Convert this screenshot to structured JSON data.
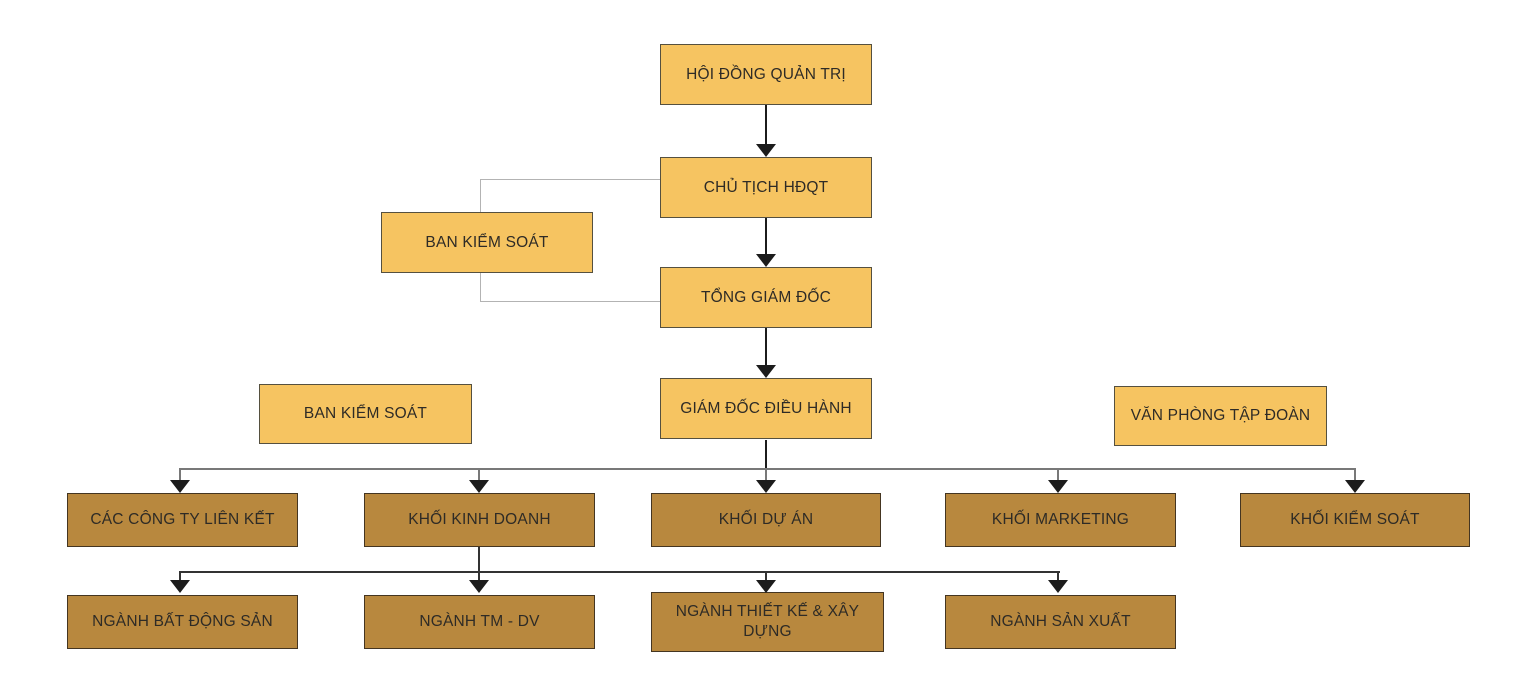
{
  "colors": {
    "node_light_fill": "#F6C461",
    "node_light_border": "#55503F",
    "node_dark_fill": "#B8883E",
    "node_dark_border": "#443521",
    "connector_gray": "#787878",
    "connector_dark": "#333333",
    "bracket_gray": "#B3B3B3",
    "arrow_black": "#1C1C1C",
    "text_color": "#2E2B26"
  },
  "nodes": {
    "hoi_dong_quan_tri": {
      "label": "HỘI ĐỒNG QUẢN TRỊ"
    },
    "chu_tich_hdqt": {
      "label": "CHỦ TỊCH HĐQT"
    },
    "ban_kiem_soat_upper": {
      "label": "BAN KIỂM SOÁT"
    },
    "tong_giam_doc": {
      "label": "TỔNG GIÁM ĐỐC"
    },
    "giam_doc_dieu_hanh": {
      "label": "GIÁM ĐỐC ĐIỀU HÀNH"
    },
    "ban_kiem_soat_lower": {
      "label": "BAN KIỂM SOÁT"
    },
    "van_phong_tap_doan": {
      "label": "VĂN PHÒNG TẬP ĐOÀN"
    },
    "cac_cong_ty_lien_ket": {
      "label": "CÁC CÔNG TY LIÊN KẾT"
    },
    "khoi_kinh_doanh": {
      "label": "KHỐI KINH DOANH"
    },
    "khoi_du_an": {
      "label": "KHỐI DỰ ÁN"
    },
    "khoi_marketing": {
      "label": "KHỐI MARKETING"
    },
    "khoi_kiem_soat": {
      "label": "KHỐI KIỂM SOÁT"
    },
    "nganh_bat_dong_san": {
      "label": "NGÀNH BẤT ĐỘNG SẢN"
    },
    "nganh_tm_dv": {
      "label": "NGÀNH TM - DV"
    },
    "nganh_thiet_ke_xay_dung": {
      "label": "NGÀNH THIẾT KẾ & XÂY DỰNG"
    },
    "nganh_san_xuat": {
      "label": "NGÀNH SẢN XUẤT"
    }
  },
  "edges": [
    {
      "from": "hoi_dong_quan_tri",
      "to": "chu_tich_hdqt",
      "style": "arrow"
    },
    {
      "from": "chu_tich_hdqt",
      "to": "tong_giam_doc",
      "style": "arrow"
    },
    {
      "from": "tong_giam_doc",
      "to": "giam_doc_dieu_hanh",
      "style": "arrow"
    },
    {
      "from": "ban_kiem_soat_upper",
      "to": "chu_tich_hdqt",
      "style": "plain"
    },
    {
      "from": "ban_kiem_soat_upper",
      "to": "tong_giam_doc",
      "style": "plain"
    },
    {
      "from": "giam_doc_dieu_hanh",
      "to": "cac_cong_ty_lien_ket",
      "style": "arrow"
    },
    {
      "from": "giam_doc_dieu_hanh",
      "to": "khoi_kinh_doanh",
      "style": "arrow"
    },
    {
      "from": "giam_doc_dieu_hanh",
      "to": "khoi_du_an",
      "style": "arrow"
    },
    {
      "from": "giam_doc_dieu_hanh",
      "to": "khoi_marketing",
      "style": "arrow"
    },
    {
      "from": "giam_doc_dieu_hanh",
      "to": "khoi_kiem_soat",
      "style": "arrow"
    },
    {
      "from": "khoi_kinh_doanh",
      "to": "nganh_bat_dong_san",
      "style": "arrow"
    },
    {
      "from": "khoi_kinh_doanh",
      "to": "nganh_tm_dv",
      "style": "arrow"
    },
    {
      "from": "khoi_kinh_doanh",
      "to": "nganh_thiet_ke_xay_dung",
      "style": "arrow"
    },
    {
      "from": "khoi_kinh_doanh",
      "to": "nganh_san_xuat",
      "style": "arrow"
    }
  ]
}
